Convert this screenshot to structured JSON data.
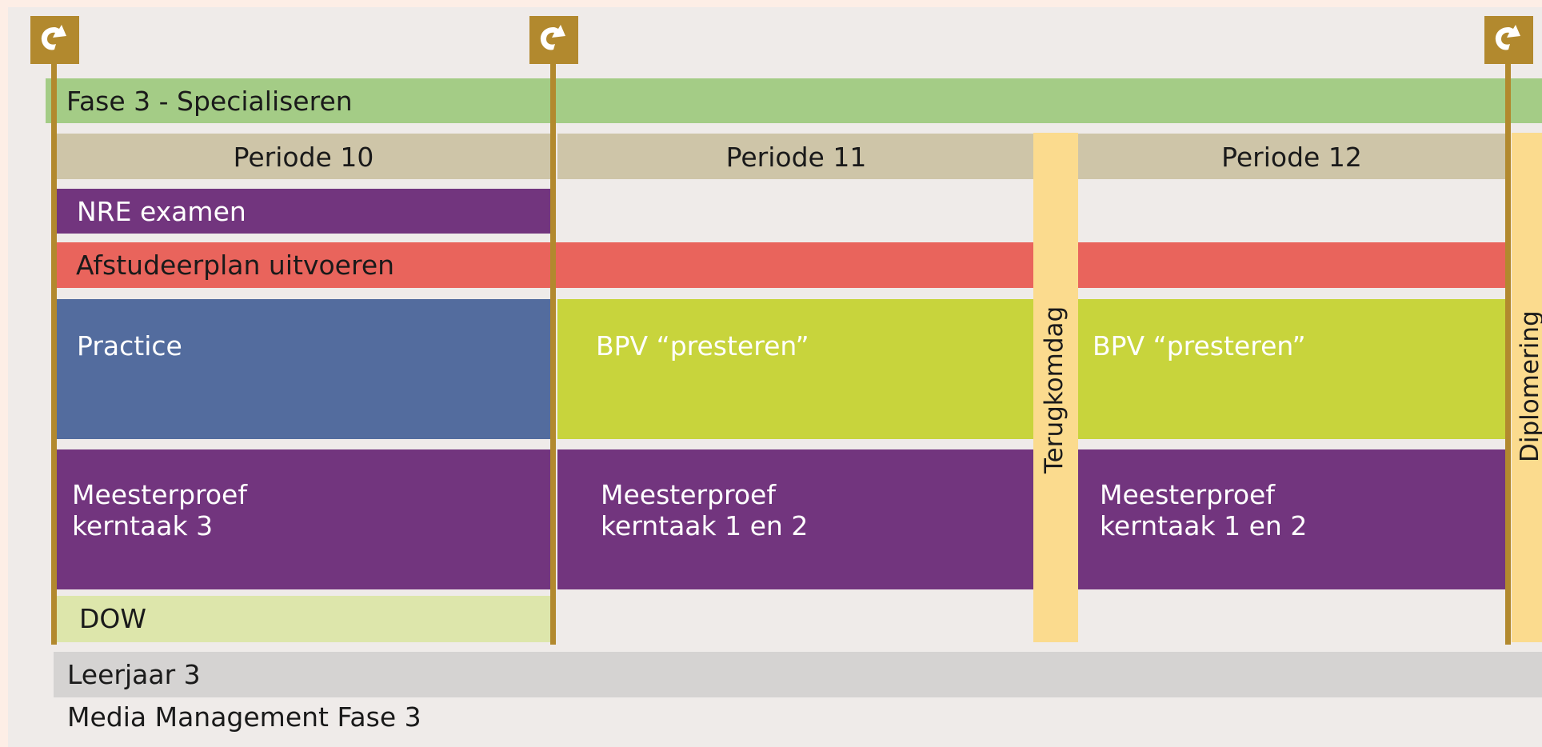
{
  "phase": {
    "label": "Fase 3 - Specialiseren"
  },
  "periods": [
    "Periode 10",
    "Periode 11",
    "Periode 12"
  ],
  "blocks": {
    "nre": "NRE examen",
    "afstudeerplan": "Afstudeerplan uitvoeren",
    "practice": "Practice",
    "bpv_11": "BPV “presteren”",
    "bpv_12": "BPV “presteren”",
    "meesterproef_10": "Meesterproef\nkerntaak 3",
    "meesterproef_11": "Meesterproef\nkerntaak 1 en 2",
    "meesterproef_12": "Meesterproef\nkerntaak 1 en 2",
    "dow": "DOW"
  },
  "vertical": {
    "terugkomdag": "Terugkomdag",
    "diplomering": "Diplomering"
  },
  "year": {
    "label": "Leerjaar 3"
  },
  "footer": {
    "label": "Media Management Fase 3"
  },
  "milestones": {
    "icon": "milestone-flag-icon",
    "count": 3
  },
  "colors": {
    "phase": "#a4cc86",
    "period": "#cec5a8",
    "purple": "#72357e",
    "red": "#e9645c",
    "blue": "#536c9e",
    "lime": "#c8d43c",
    "light_green": "#dde6ab",
    "yellow_band": "#fbdb8e",
    "milestone": "#b2892e",
    "year_bar": "#d5d3d2"
  }
}
